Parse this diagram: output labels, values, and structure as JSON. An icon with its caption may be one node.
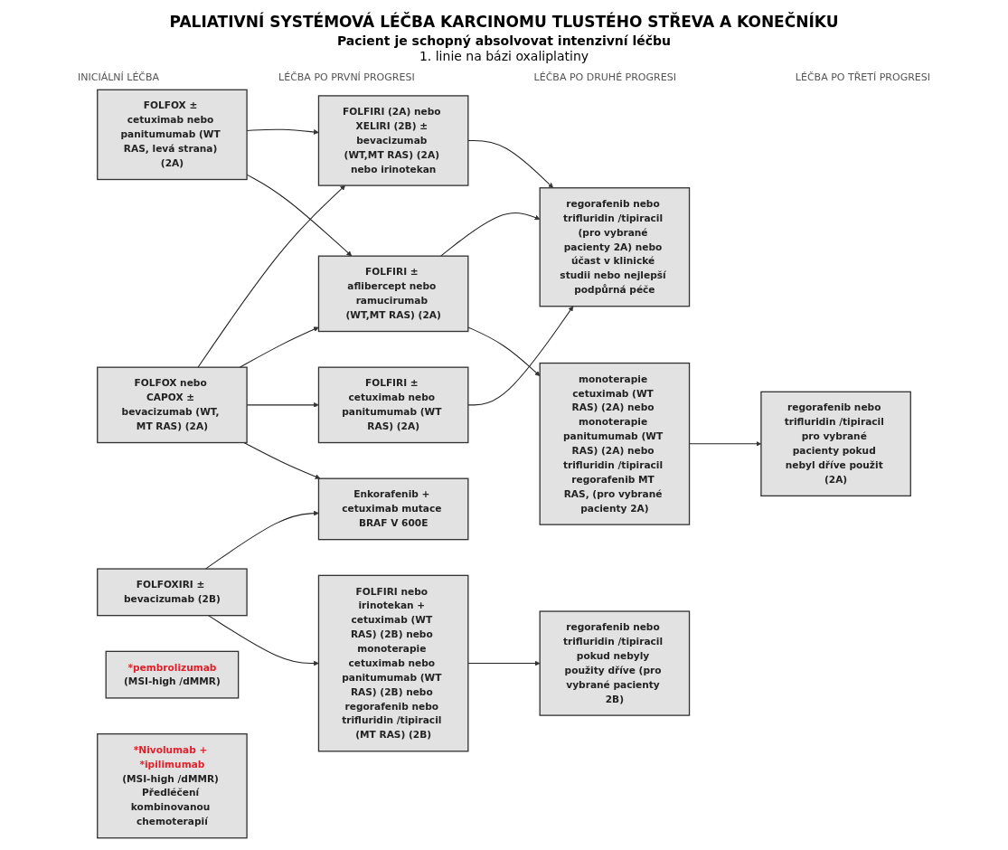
{
  "diagram": {
    "title": "PALIATIVNÍ SYSTÉMOVÁ LÉČBA KARCINOMU TLUSTÉHO STŘEVA A KONEČNÍKU",
    "nodes": [
      {
        "text": [
          "FOLFOX ± cetuximab nebo panitumumab (WT RAS, levá strana) (2A)"
        ]
      },
      {
        "text": [
          "FOLFOX nebo CAPOX ± bevacizumab (WT, MT RAS) (2A)"
        ]
      },
      {
        "text": [
          "FOLFOXIRI ± bevacizumab (2B)"
        ]
      },
      {
        "text": [
          "*pembrolizumab",
          "(MSI-high /dMMR)"
        ]
      },
      {
        "text": [
          "*Nivolumab + *ipilimumab",
          "(MSI-high /dMMR) Předléčení kombinovanou chemoterapií"
        ]
      },
      {
        "text": [
          "FOLFIRI (2A) nebo XELIRI (2B) ± bevacizumab (WT,MT RAS) (2A) nebo irinotekan"
        ]
      },
      {
        "text": [
          "FOLFIRI ± aflibercept nebo ramucirumab (WT,MT RAS) (2A)"
        ]
      },
      {
        "text": [
          "FOLFIRI ± cetuximab nebo panitumumab (WT RAS) (2A)"
        ]
      },
      {
        "text": [
          "Enkorafenib + cetuximab mutace BRAF V 600E"
        ]
      },
      {
        "text": [
          "FOLFIRI nebo irinotekan + cetuximab (WT RAS) (2B) nebo monoterapie cetuximab nebo panitumumab (WT RAS) (2B) nebo regorafenib nebo trifluridin /tipiracil (MT RAS) (2B)"
        ]
      },
      {
        "text": [
          "regorafenib nebo trifluridin /tipiracil (pro vybrané pacienty 2A) nebo účast v klinické studii nebo nejlepší podpůrná péče"
        ]
      },
      {
        "text": [
          "monoterapie cetuximab (WT RAS) (2A) nebo monoterapie panitumumab (WT RAS) (2A) nebo trifluridin /tipiracil regorafenib MT RAS, (pro vybrané pacienty 2A)"
        ]
      },
      {
        "text": [
          "regorafenib nebo trifluridin /tipiracil pokud nebyly použity dříve (pro vybrané pacienty 2B)"
        ]
      },
      {
        "text": [
          "regorafenib nebo trifluridin /tipiracil pro vybrané pacienty pokud nebyl dříve použit (2A)"
        ]
      }
    ],
    "edges": [
      {
        "from": 0,
        "to": 5,
        "arrow": "to"
      },
      {
        "from": 0,
        "to": 6,
        "arrow": "to"
      },
      {
        "from": 1,
        "to": 5,
        "arrow": "to"
      },
      {
        "from": 1,
        "to": 6,
        "arrow": "to"
      },
      {
        "from": 1,
        "to": 7,
        "arrow": "to"
      },
      {
        "from": 1,
        "to": 8,
        "arrow": "to"
      },
      {
        "from": 2,
        "to": 8,
        "arrow": "to"
      },
      {
        "from": 2,
        "to": 9,
        "arrow": "to"
      },
      {
        "from": 5,
        "to": 10,
        "arrow": "to"
      },
      {
        "from": 6,
        "to": 10,
        "arrow": "to"
      },
      {
        "from": 6,
        "to": 11,
        "arrow": "to"
      },
      {
        "from": 7,
        "to": 10,
        "arrow": "to"
      },
      {
        "from": 11,
        "to": 13,
        "arrow": "to"
      },
      {
        "from": 9,
        "to": 12,
        "arrow": "to"
      }
    ],
    "labels": [
      "Pacient je schopný absolvovat intenzivní léčbu",
      "1. linie na bázi oxaliplatiny",
      "INICIÁLNÍ LÉČBA",
      "LÉČBA PO PRVNÍ PROGRESI",
      "LÉČBA PO DRUHÉ PROGRESI",
      "LÉČBA PO TŘETÍ PROGRESI"
    ]
  }
}
